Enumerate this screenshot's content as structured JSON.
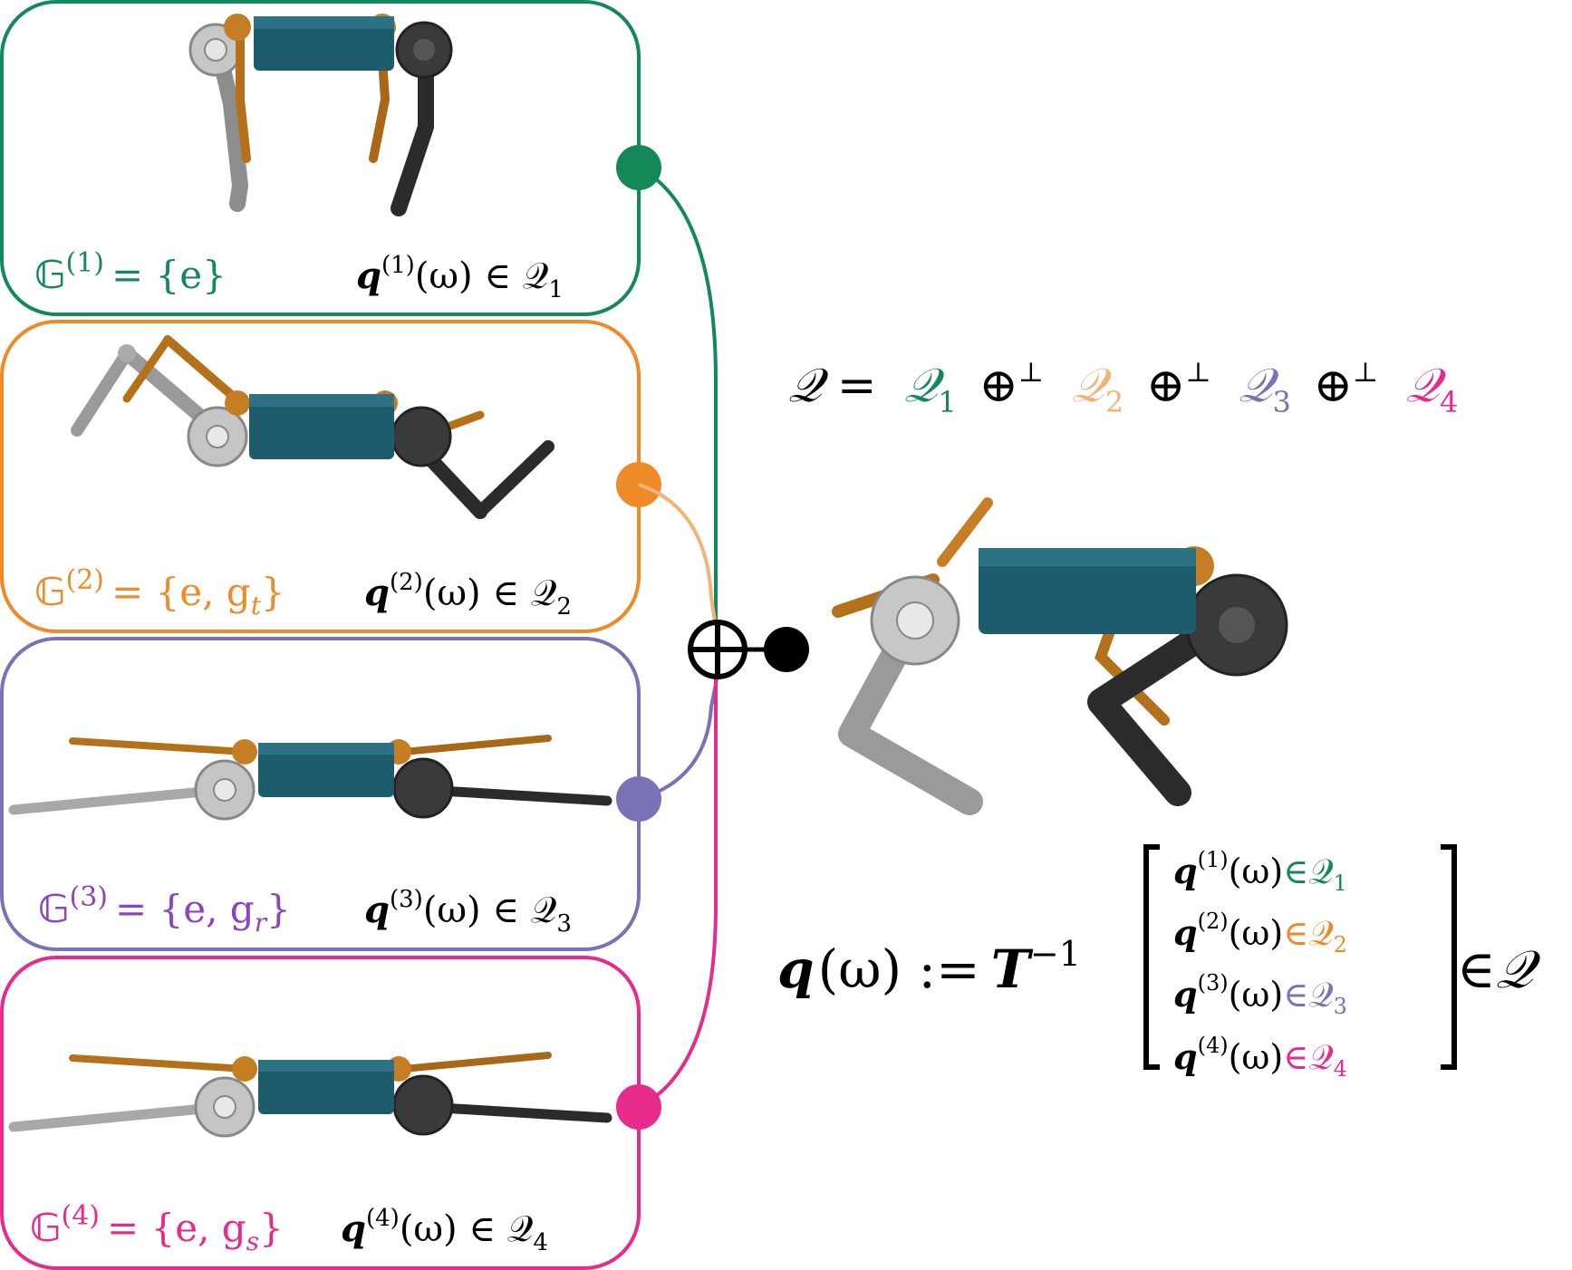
{
  "colors": {
    "green": "#15885a",
    "orange": "#ee8a27",
    "light_orange": "#f2b37a",
    "purple": "#7a72b6",
    "magenta": "#e62b8a",
    "purple_text": "#8b43c2",
    "black": "#000000",
    "body_teal": "#1d5c6c",
    "leg_orange": "#b5701a",
    "leg_grey": "#9a9a9a",
    "leg_dark": "#2b2b2b"
  },
  "panels": [
    {
      "group_symbol": "𝔾",
      "group_index": "(1)",
      "group_eq": "= {e}",
      "q_label": "q",
      "q_index": "(1)",
      "q_arg": "(ω) ∈ 𝒬",
      "q_sub": "1",
      "color": "green",
      "pose": "standing"
    },
    {
      "group_symbol": "𝔾",
      "group_index": "(2)",
      "group_eq": "= {e, g",
      "group_sub": "t",
      "group_close": "}",
      "q_label": "q",
      "q_index": "(2)",
      "q_arg": "(ω) ∈ 𝒬",
      "q_sub": "2",
      "color": "orange",
      "pose": "twisted"
    },
    {
      "group_symbol": "𝔾",
      "group_index": "(3)",
      "group_eq": "= {e, g",
      "group_sub": "r",
      "group_close": "}",
      "q_label": "q",
      "q_index": "(3)",
      "q_arg": "(ω) ∈ 𝒬",
      "q_sub": "3",
      "color": "purple",
      "pose": "spread"
    },
    {
      "group_symbol": "𝔾",
      "group_index": "(4)",
      "group_eq": "= {e, g",
      "group_sub": "s",
      "group_close": "}",
      "q_label": "q",
      "q_index": "(4)",
      "q_arg": "(ω) ∈ 𝒬",
      "q_sub": "4",
      "color": "magenta",
      "pose": "spread"
    }
  ],
  "sum_equation": {
    "lhs": "𝒬 =",
    "terms": [
      {
        "text": "𝒬",
        "sub": "1",
        "color": "green"
      },
      {
        "text": "𝒬",
        "sub": "2",
        "color": "light_orange"
      },
      {
        "text": "𝒬",
        "sub": "3",
        "color": "purple"
      },
      {
        "text": "𝒬",
        "sub": "4",
        "color": "magenta"
      }
    ],
    "operator": "⊕",
    "operator_sup": "⊥"
  },
  "direct_sum_symbol": "⊕",
  "main_equation": {
    "q": "q",
    "arg": "(ω) :=",
    "T": "T",
    "T_sup": "−1",
    "suffix": "∈𝒬",
    "rows": [
      {
        "q": "q",
        "idx": "(1)",
        "arg": "(ω)",
        "member": "∈𝒬",
        "sub": "1",
        "color": "green"
      },
      {
        "q": "q",
        "idx": "(2)",
        "arg": "(ω)",
        "member": "∈𝒬",
        "sub": "2",
        "color": "orange"
      },
      {
        "q": "q",
        "idx": "(3)",
        "arg": "(ω)",
        "member": "∈𝒬",
        "sub": "3",
        "color": "purple"
      },
      {
        "q": "q",
        "idx": "(4)",
        "arg": "(ω)",
        "member": "∈𝒬",
        "sub": "4",
        "color": "magenta"
      }
    ]
  }
}
